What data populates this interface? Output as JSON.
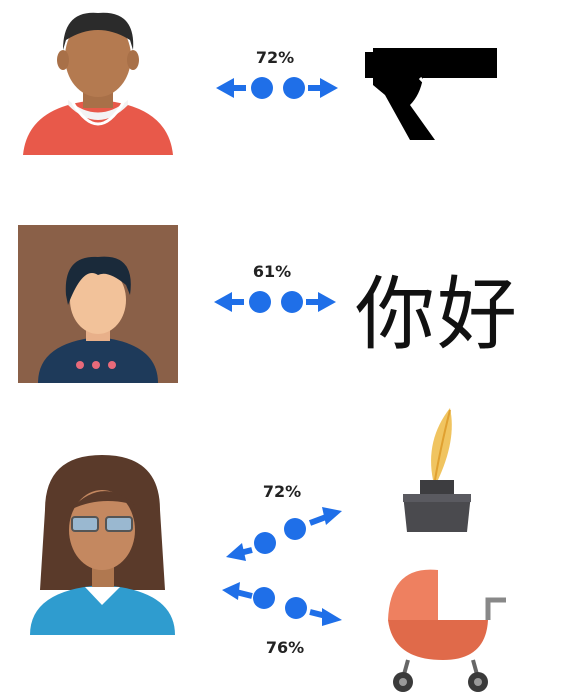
{
  "rows": [
    {
      "avatar": "man-red-hoodie-icon",
      "target": "pistol-icon",
      "percent": "72%"
    },
    {
      "avatar": "person-dark-hair-icon",
      "target": "chinese-text",
      "percent": "61%",
      "target_text": "你好"
    },
    {
      "avatar": "woman-glasses-icon",
      "targets": [
        {
          "icon": "inkwell-quill-icon",
          "percent": "72%"
        },
        {
          "icon": "baby-stroller-icon",
          "percent": "76%"
        }
      ]
    }
  ],
  "colors": {
    "connector": "#1f6fe8",
    "hoodie": "#e8594a",
    "tan_skin": "#b07850",
    "dark_hair": "#2b2b2b"
  }
}
